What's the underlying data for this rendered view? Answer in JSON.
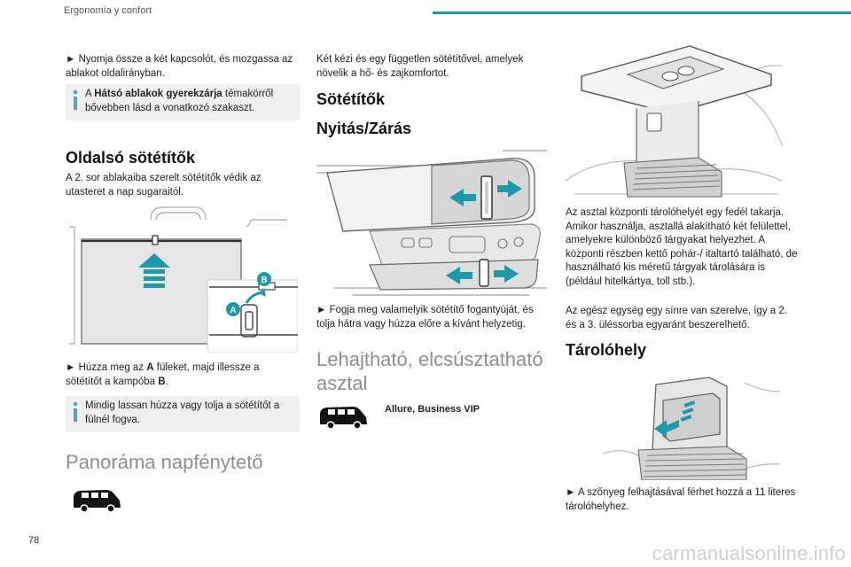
{
  "header": {
    "running_head": "Ergonomía y confort",
    "accent_color": "#1d9aa8"
  },
  "footer": {
    "page_number": "78",
    "watermark": "carmanualsonline.info"
  },
  "col1": {
    "p1": "► Nyomja össze a két kapcsolót, és mozgassa az ablakot oldalirányban.",
    "info1_pre": "A ",
    "info1_bold": "Hátsó ablakok gyerekzárja",
    "info1_post": " témakörről bővebben lásd a vonatkozó szakaszt.",
    "h_side": "Oldalsó sötétítők",
    "p2": "A 2. sor ablakaiba szerelt sötétítők védik az utasteret a nap sugaraitól.",
    "label_a": "A",
    "label_b": "B",
    "p3_pre": "► Húzza meg az ",
    "p3_a": "A",
    "p3_mid": " füleket, majd illessze a sötétítőt a kampóba ",
    "p3_b": "B",
    "p3_post": ".",
    "info2": "Mindig lassan húzza vagy tolja a sötétítőt a fülnél fogva.",
    "h_pano": "Panoráma napfénytető"
  },
  "col2": {
    "p1": "Két kézi és egy független sötétítővel, amelyek növelik a hő- és zajkomfortot.",
    "h_shades": "Sötétítők",
    "h_open": "Nyitás/Zárás",
    "p2": "► Fogja meg valamelyik sötétítő fogantyúját, és tolja hátra vagy húzza előre a kívánt helyzetig.",
    "h_table": "Lehajtható, elcsúsztatható asztal",
    "trim": "Allure, Business VIP"
  },
  "col3": {
    "p1": "Az asztal központi tárolóhelyét egy fedél takarja. Amikor használja, asztallá alakítható két felülettel, amelyekre különböző tárgyakat helyezhet. A központi részben kettő pohár-/ italtartó található, de használható kis méretű tárgyak tárolására is (például hitelkártya, toll stb.).",
    "p2": "Az egész egység egy sínre van szerelve, így a 2. és a 3. üléssorba egyaránt beszerelhető.",
    "h_storage": "Tárolóhely",
    "p3": "► A szőnyeg felhajtásával férhet hozzá a 11 literes tárolóhelyhez."
  }
}
